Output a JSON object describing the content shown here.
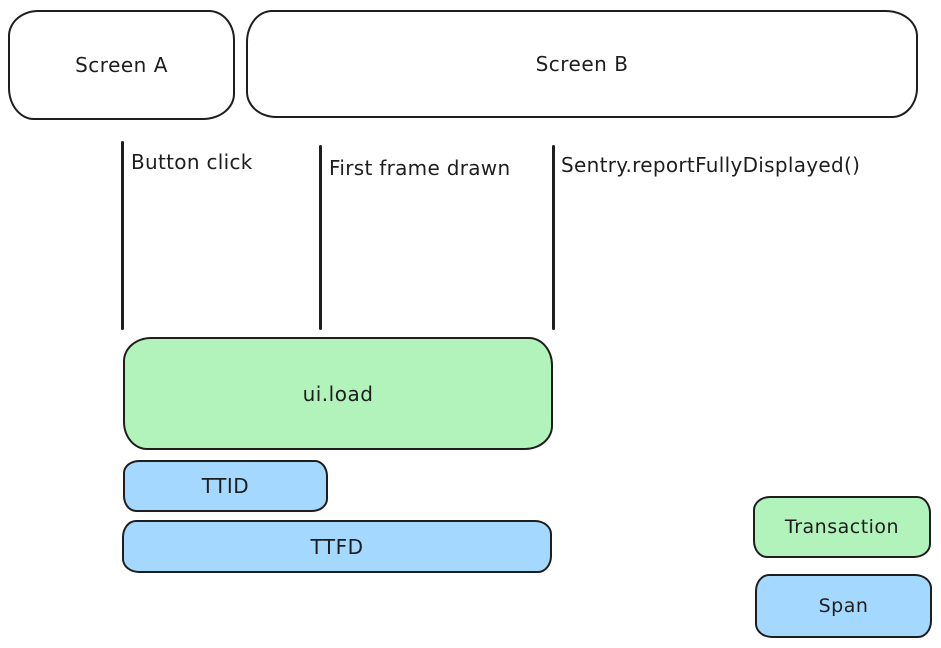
{
  "screens": [
    {
      "label": "Screen A"
    },
    {
      "label": "Screen B"
    }
  ],
  "events": [
    {
      "label": "Button click"
    },
    {
      "label": "First frame drawn"
    },
    {
      "label": "Sentry.reportFullyDisplayed()"
    }
  ],
  "bars": {
    "transaction": {
      "label": "ui.load",
      "type": "transaction"
    },
    "ttid": {
      "label": "TTID",
      "type": "span"
    },
    "ttfd": {
      "label": "TTFD",
      "type": "span"
    }
  },
  "legend": {
    "transaction": {
      "label": "Transaction"
    },
    "span": {
      "label": "Span"
    }
  },
  "colors": {
    "transaction_fill": "#b2f2bb",
    "span_fill": "#a5d8ff",
    "stroke": "#1e1e1e",
    "background": "#ffffff"
  }
}
